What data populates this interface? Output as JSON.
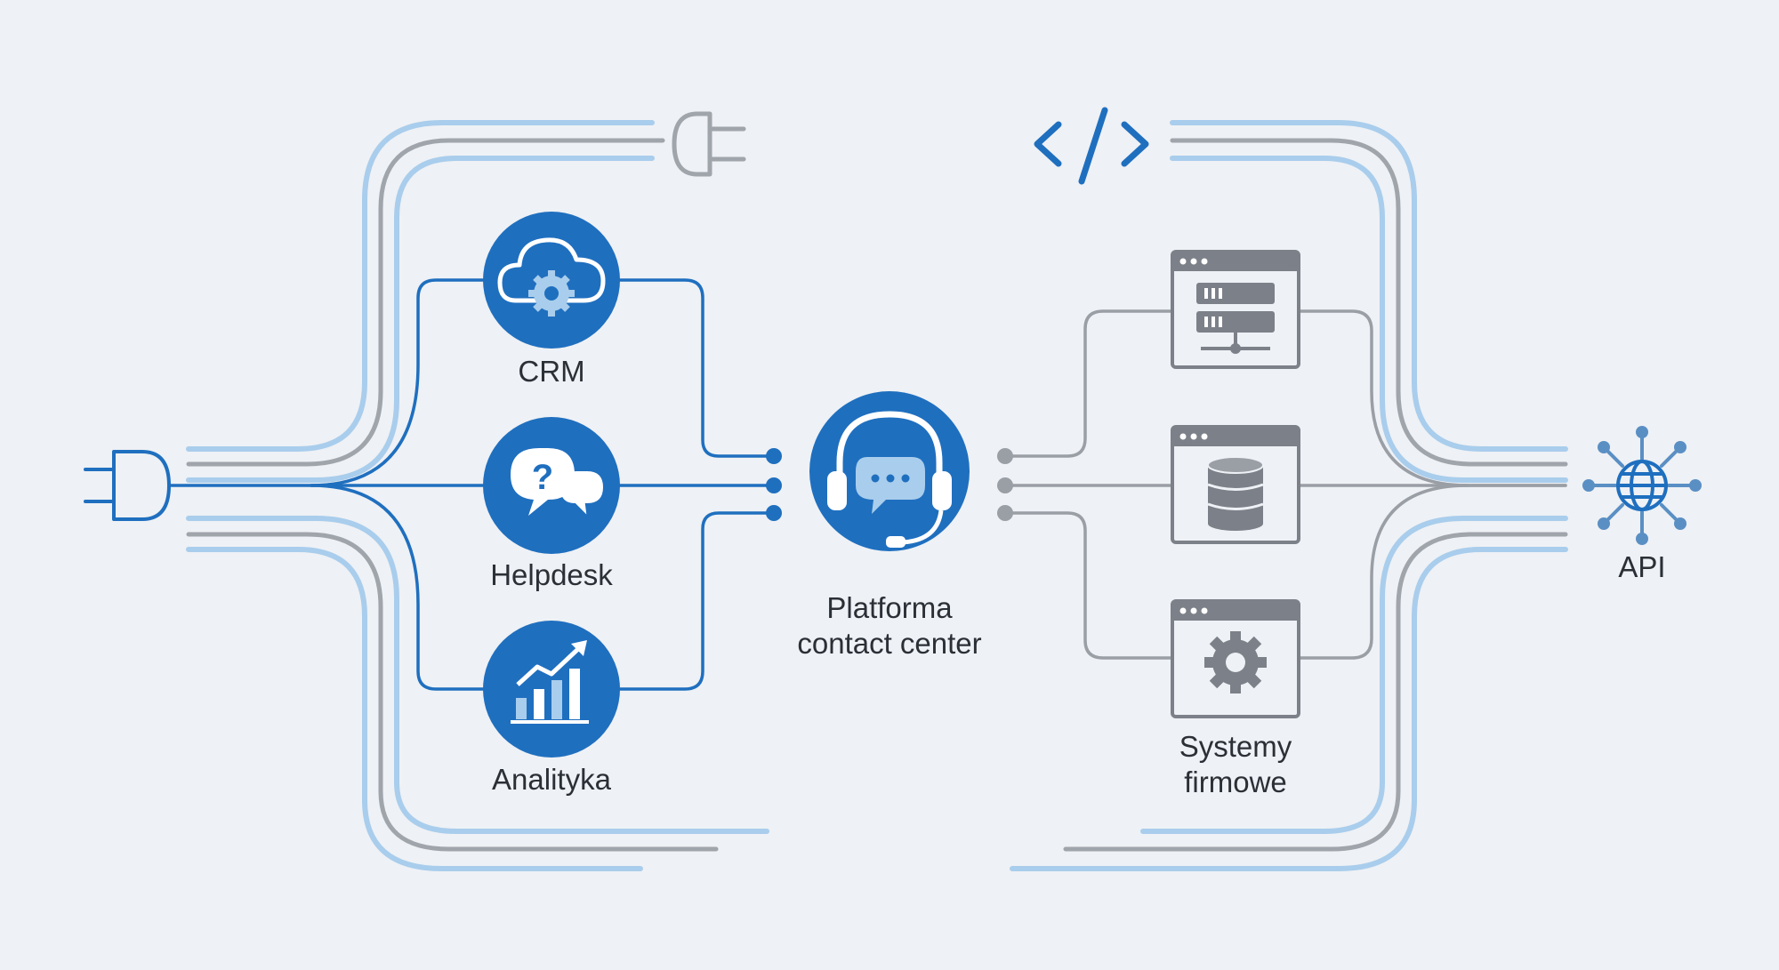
{
  "nodes": {
    "crm": {
      "label": "CRM"
    },
    "helpdesk": {
      "label": "Helpdesk"
    },
    "analytics": {
      "label": "Analityka"
    },
    "platform": {
      "label_line1": "Platforma",
      "label_line2": "contact center"
    },
    "systems": {
      "label_line1": "Systemy",
      "label_line2": "firmowe"
    },
    "api": {
      "label": "API"
    }
  },
  "icons": {
    "plug_left": "plug-icon",
    "plug_top": "plug-icon",
    "code_brackets": "code-icon",
    "crm": "cloud-gear-icon",
    "helpdesk": "question-chat-icon",
    "analytics": "bar-chart-growth-icon",
    "platform": "headset-chat-icon",
    "server_window": "server-window-icon",
    "database_window": "database-window-icon",
    "settings_window": "gear-window-icon",
    "api": "network-globe-icon"
  },
  "colors": {
    "background": "#eef1f5",
    "primary_blue": "#1f6fbf",
    "light_blue": "#a9cdec",
    "gray": "#9a9ea5",
    "dark_gray": "#7c8088",
    "text": "#2b2f36"
  }
}
